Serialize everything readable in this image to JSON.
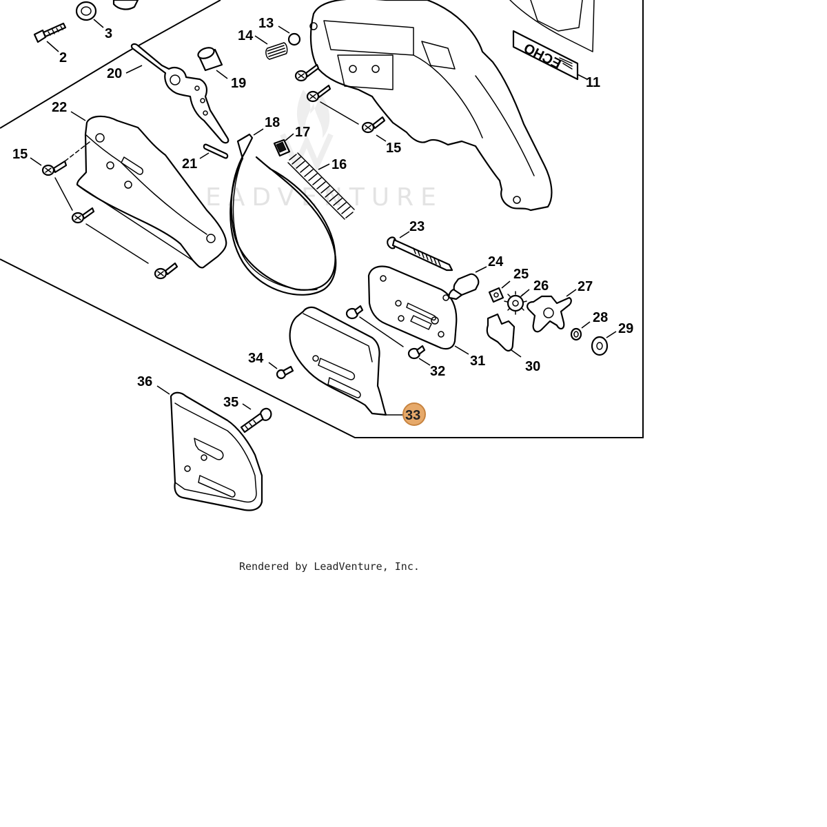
{
  "diagram": {
    "watermark": "LEADVENTURE",
    "brand_decal": "ECHO",
    "highlight_color": "#e6a96a",
    "highlight_stroke": "#c7833f",
    "credit": "Rendered by LeadVenture, Inc.",
    "callouts": {
      "p2": "2",
      "p3": "3",
      "p11": "11",
      "p13": "13",
      "p14": "14",
      "p15a": "15",
      "p15b": "15",
      "p16": "16",
      "p17": "17",
      "p18": "18",
      "p19": "19",
      "p20": "20",
      "p21": "21",
      "p22": "22",
      "p23": "23",
      "p24": "24",
      "p25": "25",
      "p26": "26",
      "p27": "27",
      "p28": "28",
      "p29": "29",
      "p30": "30",
      "p31": "31",
      "p32": "32",
      "p33": "33",
      "p34": "34",
      "p35": "35",
      "p36": "36"
    },
    "highlighted_part": "33"
  }
}
